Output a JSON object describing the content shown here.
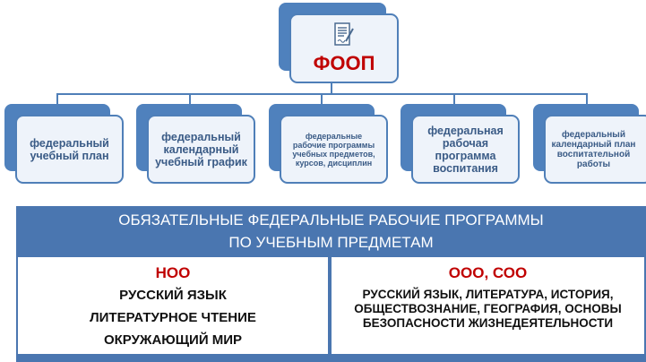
{
  "root": {
    "title": "ФООП",
    "icon": "document-signature-icon"
  },
  "children": [
    {
      "label": "федеральный учебный план"
    },
    {
      "label": "федеральный календарный учебный график"
    },
    {
      "label": "федеральные рабочие программы учебных предметов, курсов, дисциплин"
    },
    {
      "label": "федеральная рабочая программа воспитания"
    },
    {
      "label": "федеральный календарный план воспитательной работы"
    }
  ],
  "table": {
    "header_line1": "ОБЯЗАТЕЛЬНЫЕ ФЕДЕРАЛЬНЫЕ РАБОЧИЕ ПРОГРАММЫ",
    "header_line2": "ПО УЧЕБНЫМ ПРЕДМЕТАМ",
    "left": {
      "level": "НОО",
      "items": [
        "РУССКИЙ ЯЗЫК",
        "ЛИТЕРАТУРНОЕ ЧТЕНИЕ",
        "ОКРУЖАЮЩИЙ МИР"
      ]
    },
    "right": {
      "level": "ООО, СОО",
      "text": "РУССКИЙ ЯЗЫК, ЛИТЕРАТУРА, ИСТОРИЯ, ОБЩЕСТВОЗНАНИЕ, ГЕОГРАФИЯ, ОСНОВЫ БЕЗОПАСНОСТИ ЖИЗНЕДЕЯТЕЛЬНОСТИ"
    }
  }
}
